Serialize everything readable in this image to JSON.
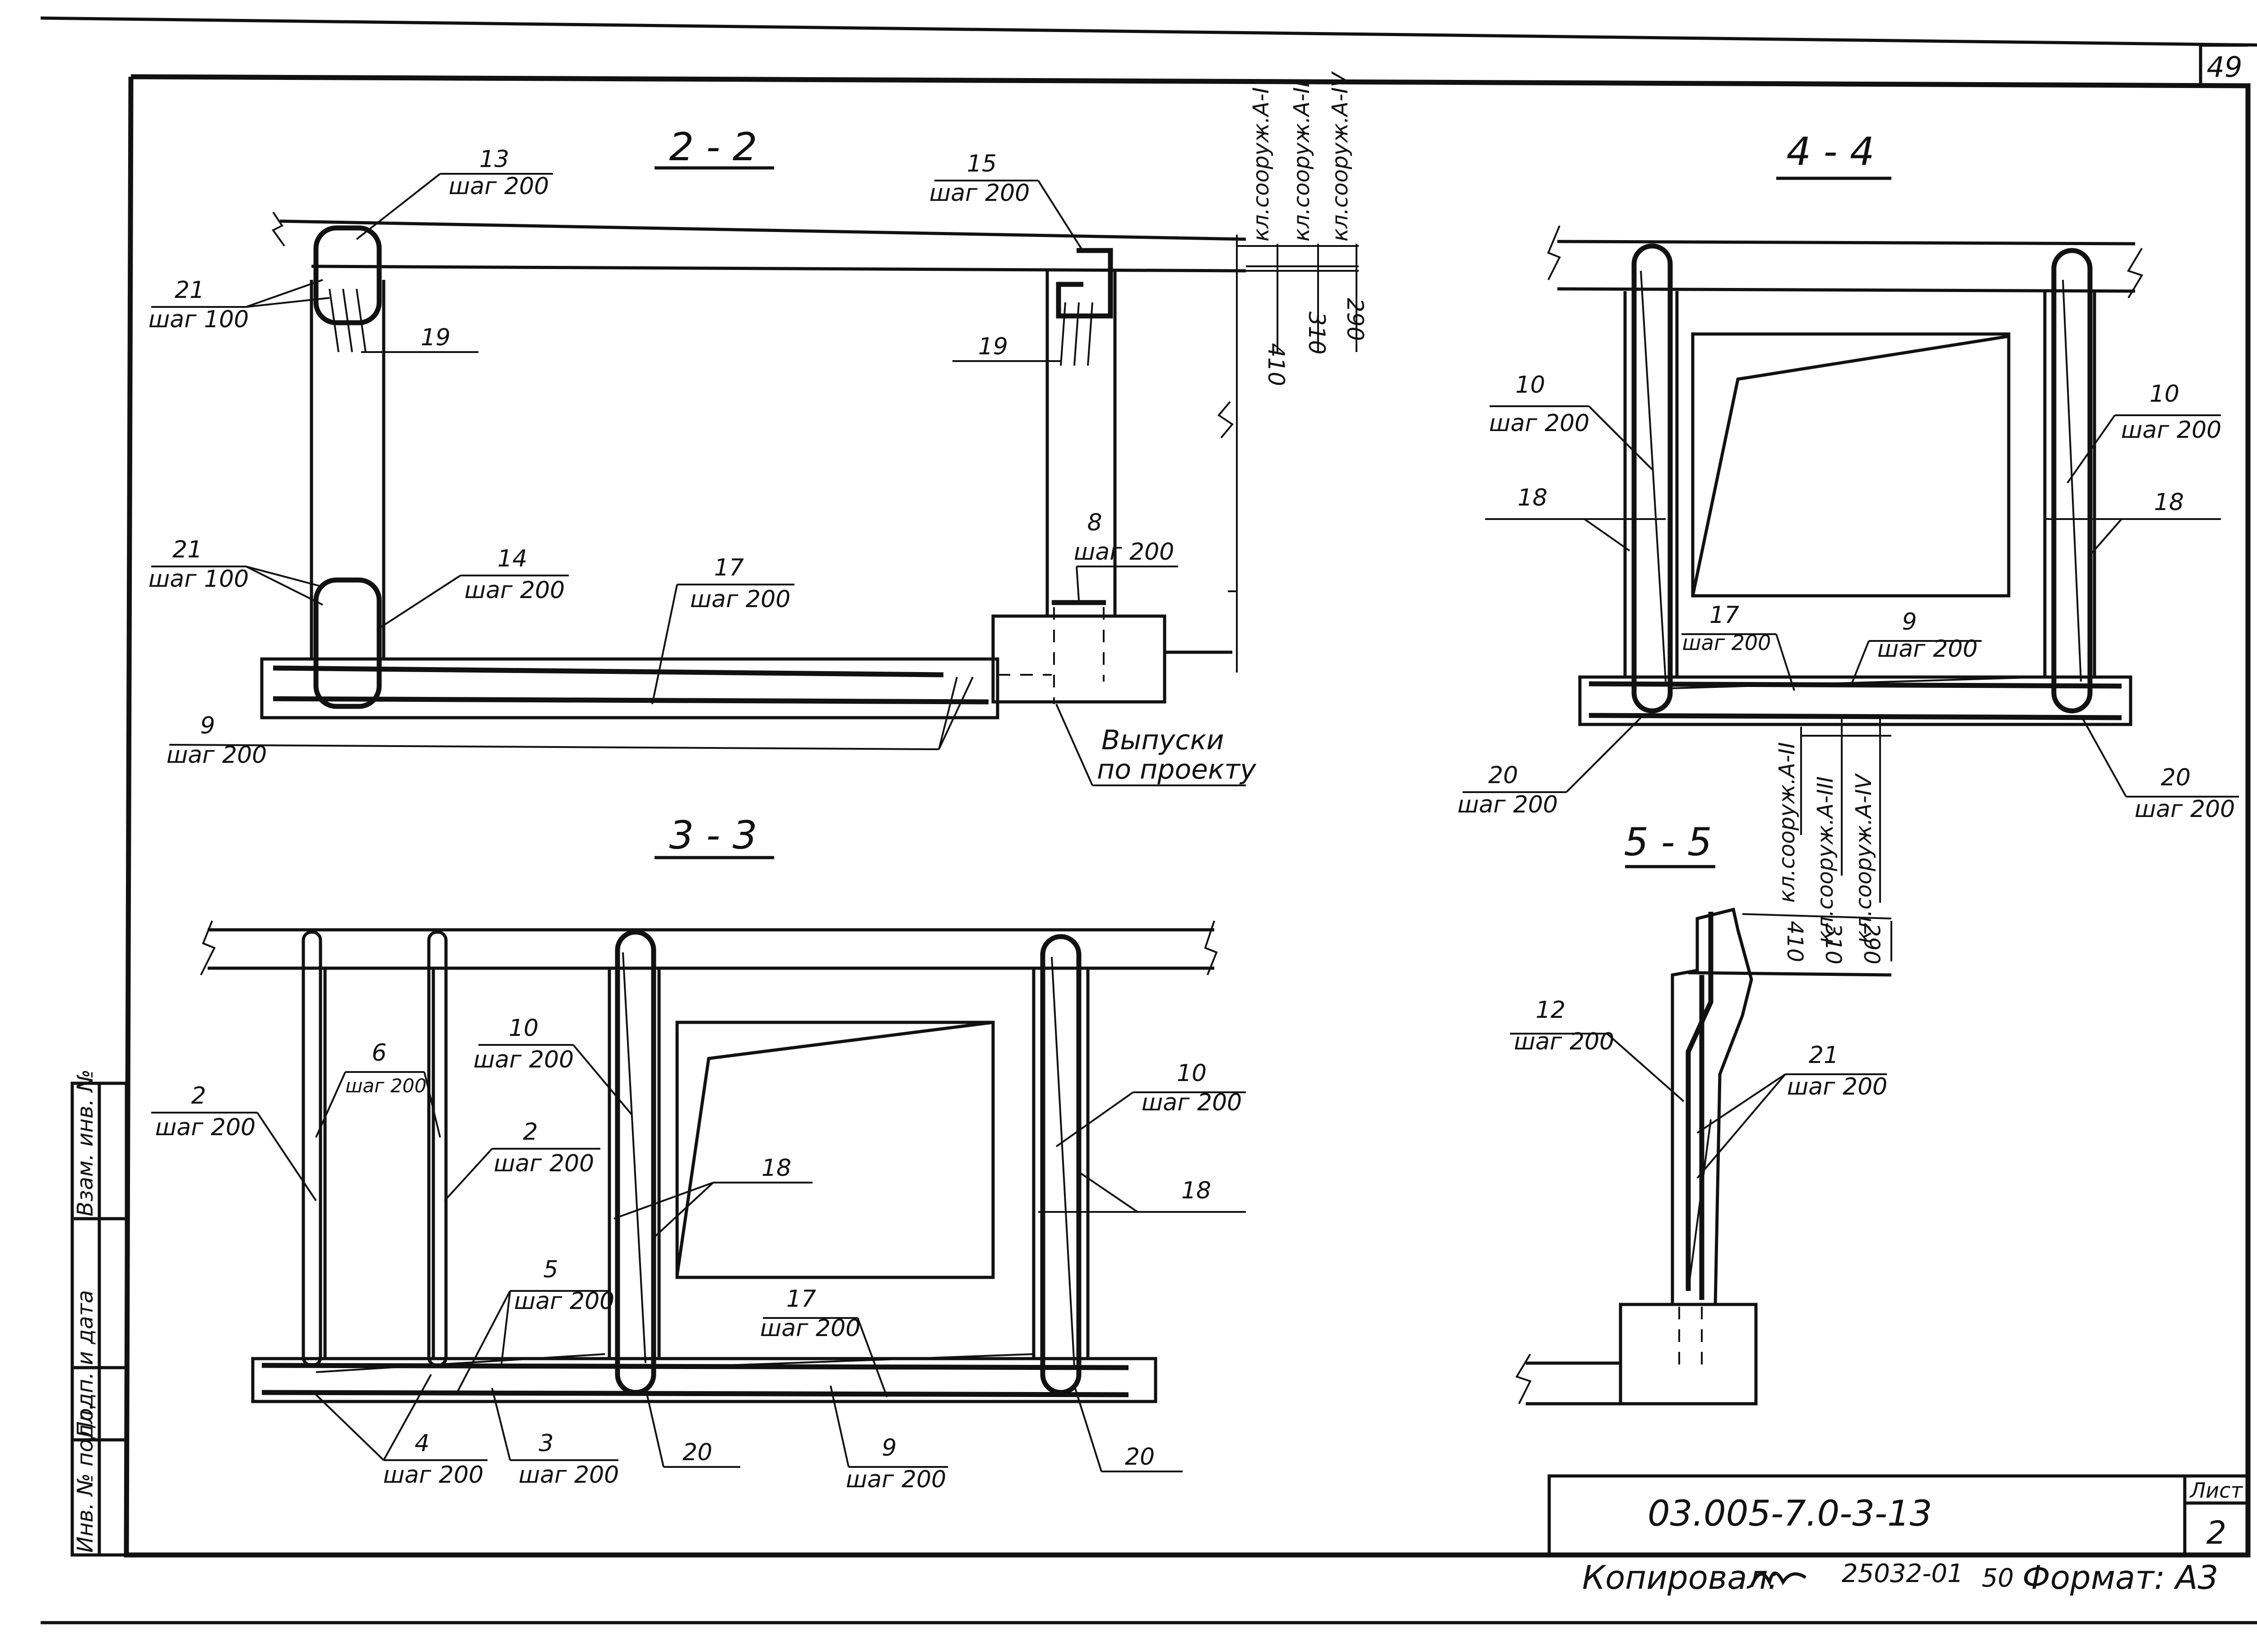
{
  "sheet": {
    "page_number": "49",
    "code": "03.005-7.0-3-13",
    "sheet_label": "Лист",
    "sheet_number": "2",
    "copied_by": "Копировал: ",
    "copy_number": "25032-01",
    "copy_suffix": "50",
    "format": "Формат: А3",
    "side_stamp": [
      "Инв. № подл.",
      "Подп. и дата",
      "Взам. инв. №"
    ]
  },
  "section_2_2": {
    "title": "2 - 2",
    "labels": {
      "l13": "13",
      "s13": "шаг 200",
      "l15": "15",
      "s15": "шаг 200",
      "l21a": "21",
      "s21a": "шаг 100",
      "l19a": "19",
      "l19b": "19",
      "l21b": "21",
      "s21b": "шаг 100",
      "l14": "14",
      "s14": "шаг 200",
      "l17": "17",
      "s17": "шаг 200",
      "l8": "8",
      "s8": "шаг 200",
      "l9": "9",
      "s9": "шаг 200",
      "outlets_1": "Выпуски",
      "outlets_2": "по проекту"
    },
    "dim_values": [
      "410",
      "310",
      "290"
    ],
    "class_labels": [
      "кл.сооруж.А-I",
      "кл.сооруж.А-II",
      "кл.сооруж.А-IV"
    ]
  },
  "section_3_3": {
    "title": "3 - 3",
    "labels": {
      "l2a": "2",
      "s2a": "шаг 200",
      "l6": "6",
      "s6": "шаг 200",
      "l2b": "2",
      "s2b": "шаг 200",
      "l10a": "10",
      "s10a": "шаг 200",
      "l18a": "18",
      "l10b": "10",
      "s10b": "шаг 200",
      "l18b": "18",
      "l5": "5",
      "s5": "шаг 200",
      "l17": "17",
      "s17": "шаг 200",
      "l4": "4",
      "s4": "шаг 200",
      "l3": "3",
      "s3": "шаг 200",
      "l20a": "20",
      "l9": "9",
      "s9": "шаг 200",
      "l20b": "20"
    }
  },
  "section_4_4": {
    "title": "4 - 4",
    "labels": {
      "l10a": "10",
      "s10a": "шаг 200",
      "l18a": "18",
      "l10b": "10",
      "s10b": "шаг 200",
      "l18b": "18",
      "l17": "17",
      "s17": "шаг 200",
      "l9": "9",
      "s9": "шаг 200",
      "l20a": "20",
      "s20a": "шаг 200",
      "l20b": "20",
      "s20b": "шаг 200"
    },
    "dim_values": [
      "410",
      "310",
      "290"
    ],
    "class_labels": [
      "кл.сооруж.А-II",
      "кл.сооруж.А-III",
      "кл.сооруж.А-IV"
    ]
  },
  "section_5_5": {
    "title": "5 - 5",
    "labels": {
      "l12": "12",
      "s12": "шаг 200",
      "l21": "21",
      "s21": "шаг 200"
    }
  }
}
